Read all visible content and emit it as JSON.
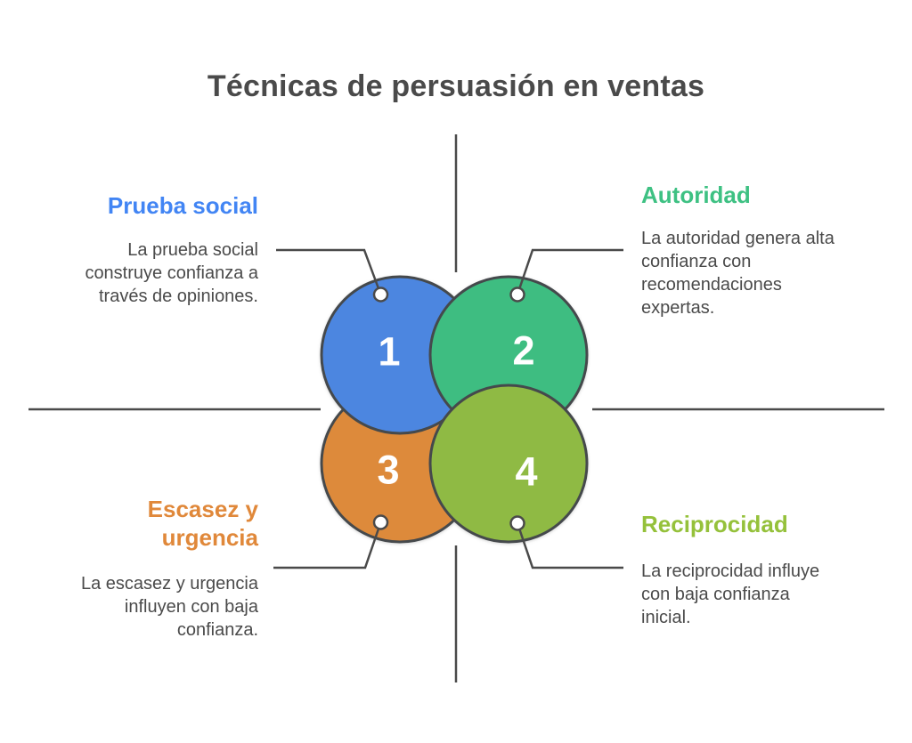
{
  "title": {
    "text": "Técnicas de persuasión en ventas",
    "color": "#4a4a4a"
  },
  "colors": {
    "background": "#ffffff",
    "axis_line": "#4a4a4a",
    "connector_line": "#4a4a4a",
    "circle_stroke": "#45494c",
    "ring_fill": "#ffffff",
    "body_text": "#4a4a4a",
    "number_text": "#ffffff"
  },
  "sections": [
    {
      "number": "1",
      "label": "Prueba social",
      "label_color": "#4285f4",
      "circle_color": "#4c86e0",
      "description_lines": [
        "La prueba social",
        "construye confianza a",
        "través de opiniones."
      ]
    },
    {
      "number": "2",
      "label": "Autoridad",
      "label_color": "#3ec183",
      "circle_color": "#3ebd81",
      "description_lines": [
        "La autoridad genera alta",
        "confianza con",
        "recomendaciones",
        "expertas."
      ]
    },
    {
      "number": "3",
      "label": "Escasez y urgencia",
      "label_color": "#e0883a",
      "circle_color": "#dd8a3b",
      "description_lines": [
        "La escasez y urgencia",
        "influyen con baja",
        "confianza."
      ]
    },
    {
      "number": "4",
      "label": "Reciprocidad",
      "label_color": "#95c13b",
      "circle_color": "#8fba44",
      "description_lines": [
        "La reciprocidad influye",
        "con baja confianza",
        "inicial."
      ]
    }
  ]
}
